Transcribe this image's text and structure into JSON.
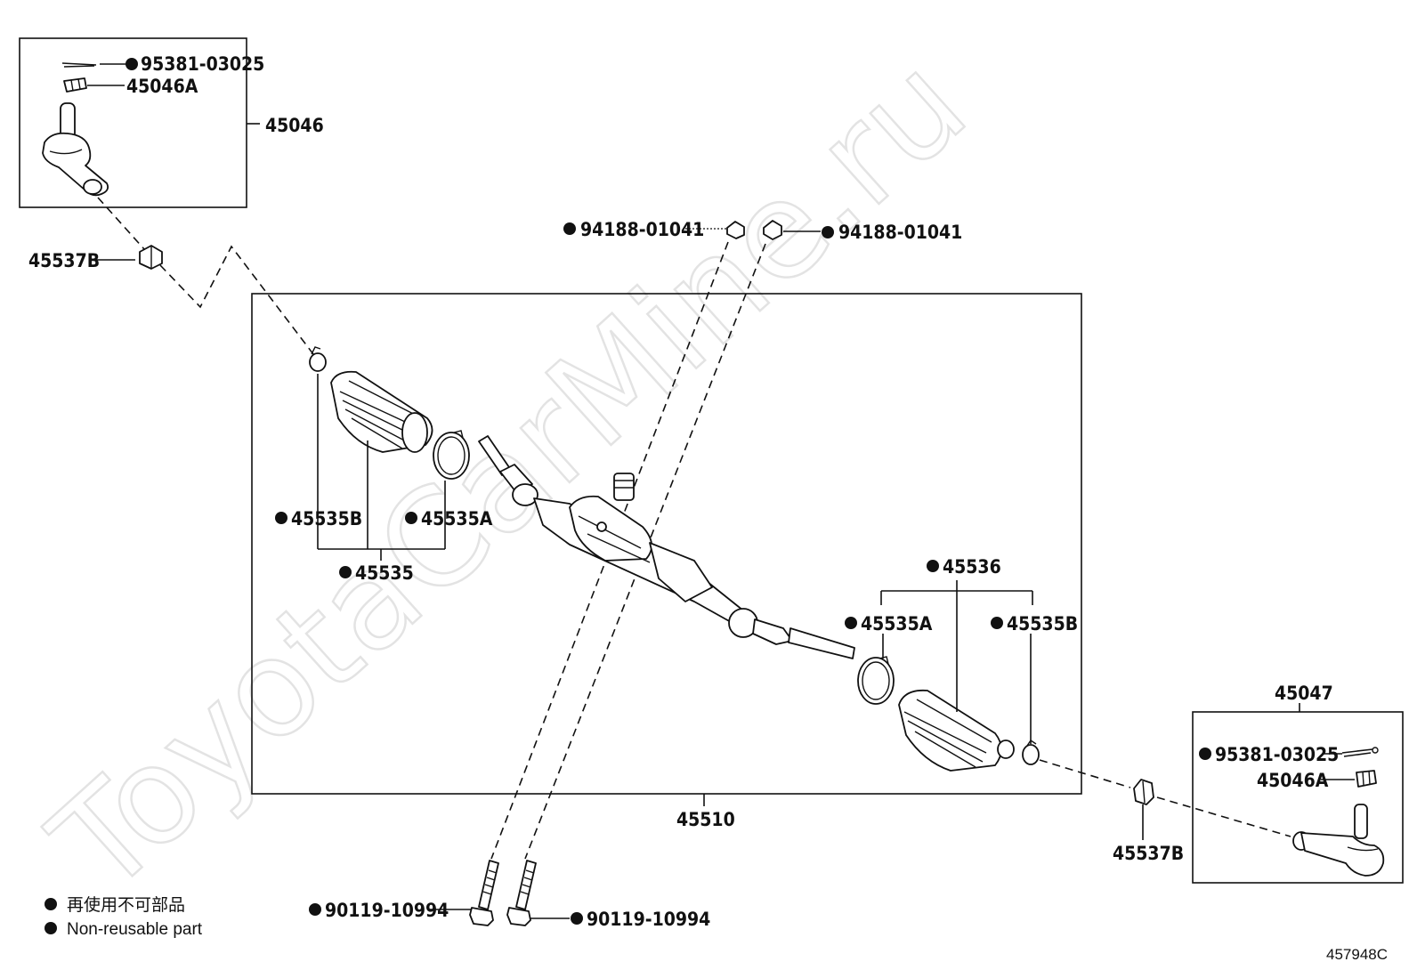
{
  "watermark": "ToyotaCarMine.ru",
  "diagram_code": "457948C",
  "legend": {
    "symbol_meaning_jp": "再使用不可部品",
    "symbol_meaning_en": "Non-reusable part"
  },
  "labels": {
    "tie_rod_end_lh": "45046",
    "tie_rod_end_rh": "45047",
    "cotter_pin_left": "95381-03025",
    "cotter_pin_right": "95381-03025",
    "castle_nut_left": "45046A",
    "castle_nut_right": "45046A",
    "lock_nut_left": "45537B",
    "lock_nut_right": "45537B",
    "gear_assembly": "45510",
    "nut_left": "94188-01041",
    "nut_right": "94188-01041",
    "bolt_left": "90119-10994",
    "bolt_right": "90119-10994",
    "boot_kit_left": "45535",
    "boot_kit_right": "45536",
    "boot_left": "45535B",
    "clamp_left": "45535A",
    "boot_right": "45535B",
    "clamp_right": "45535A"
  },
  "non_reusable": [
    "95381-03025",
    "94188-01041",
    "90119-10994",
    "45535B",
    "45535A",
    "45535",
    "45536"
  ]
}
